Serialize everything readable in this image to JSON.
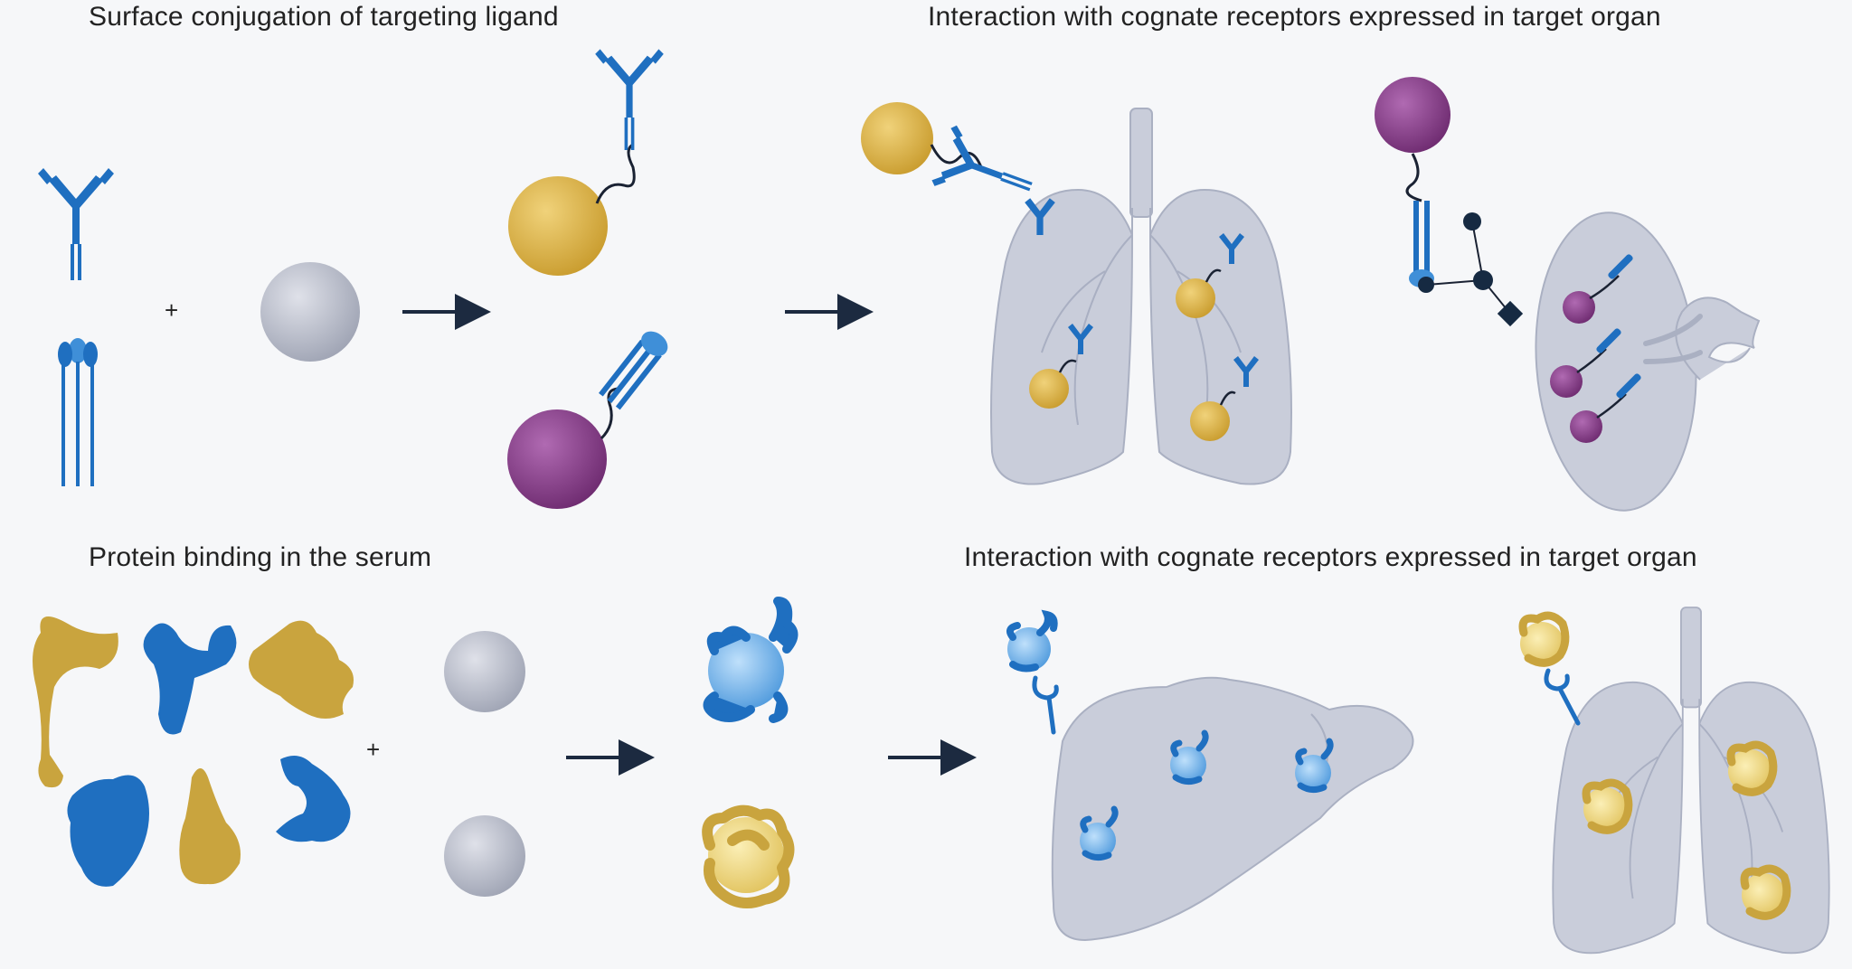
{
  "panels": {
    "top_left_title": "Surface conjugation of targeting ligand",
    "top_right_title": "Interaction with cognate receptors expressed in target organ",
    "bottom_left_title": "Protein binding in the serum",
    "bottom_right_title": "Interaction with cognate receptors expressed in target organ"
  },
  "symbols": {
    "plus": "+"
  },
  "colors": {
    "background": "#f6f7f9",
    "ligand_blue": "#1f6fc0",
    "gold_particle": "#d8b04a",
    "purple_particle": "#8a3f8c",
    "grey_particle": "#b9bdca",
    "organ": "#c9cdda",
    "dark_node": "#162a42"
  }
}
